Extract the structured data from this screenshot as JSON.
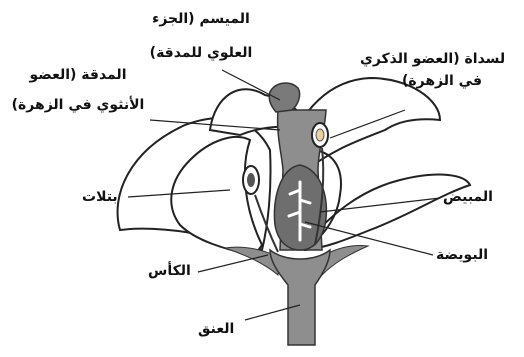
{
  "labels": {
    "stigma": {
      "line1": "الميسم (الجزء",
      "line2": "العلوي للمدقة)"
    },
    "anther": {
      "line1": "لسداة (العضو الذكري",
      "line2": "في الزهرة)"
    },
    "pistil": {
      "line1": "المدقة (العضو",
      "line2": "الأنثوي في الزهرة)"
    },
    "petals": "بتلات",
    "ovary": "المبيض",
    "ovule": "البويضة",
    "sepal": "الكأس",
    "stem": "العنق"
  },
  "colors": {
    "petal_fill": "#ffffff",
    "organ_fill": "#8e8e8e",
    "organ_dark": "#7a7a7a",
    "ovary_fill": "#6e6e6e",
    "outline": "#222222",
    "text": "#111111"
  }
}
